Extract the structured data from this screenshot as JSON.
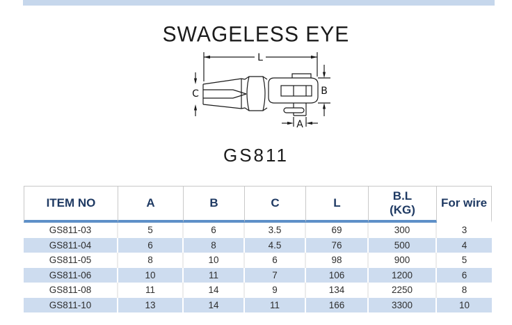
{
  "document": {
    "title": "SWAGELESS EYE",
    "model": "GS811"
  },
  "diagram": {
    "labels": {
      "length": "L",
      "left_dim": "C",
      "right_dim": "B",
      "bottom_dim": "A"
    }
  },
  "table": {
    "columns": [
      {
        "label": "ITEM NO"
      },
      {
        "label": "A"
      },
      {
        "label": "B"
      },
      {
        "label": "C"
      },
      {
        "label": "L"
      },
      {
        "label": "B.L",
        "sublabel": "(KG)"
      },
      {
        "label": "For wire"
      }
    ],
    "rows": [
      {
        "item": "GS811-03",
        "a": "5",
        "b": "6",
        "c": "3.5",
        "l": "69",
        "bl": "300",
        "wire": "3"
      },
      {
        "item": "GS811-04",
        "a": "6",
        "b": "8",
        "c": "4.5",
        "l": "76",
        "bl": "500",
        "wire": "4"
      },
      {
        "item": "GS811-05",
        "a": "8",
        "b": "10",
        "c": "6",
        "l": "98",
        "bl": "900",
        "wire": "5"
      },
      {
        "item": "GS811-06",
        "a": "10",
        "b": "11",
        "c": "7",
        "l": "106",
        "bl": "1200",
        "wire": "6"
      },
      {
        "item": "GS811-08",
        "a": "11",
        "b": "14",
        "c": "9",
        "l": "134",
        "bl": "2250",
        "wire": "8"
      },
      {
        "item": "GS811-10",
        "a": "13",
        "b": "14",
        "c": "11",
        "l": "166",
        "bl": "3300",
        "wire": "10"
      }
    ]
  },
  "colors": {
    "accent_rule": "#5e90c8",
    "band_blue": "#cddcef",
    "top_banner": "#c6d7ec",
    "header_text": "#1f3a63",
    "line_art": "#1a1a1a"
  }
}
